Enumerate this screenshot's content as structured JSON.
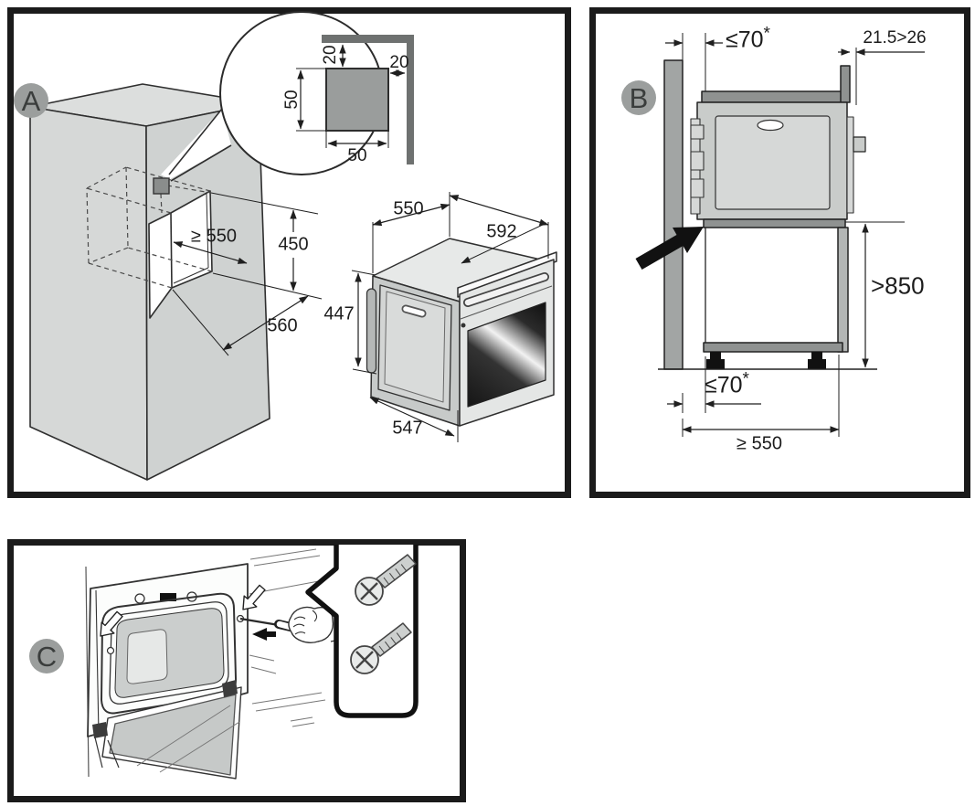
{
  "colors": {
    "panel_border": "#1b1b1b",
    "cabinet_grey": "#d4d6d5",
    "dark_grey": "#8f9291",
    "badge_grey": "#9b9e9d",
    "ink": "#1f1f1f"
  },
  "panels": {
    "a": {
      "label": "A",
      "hole_detail": {
        "offset_top": "20",
        "offset_right": "20",
        "hole_height": "50",
        "hole_width": "50"
      },
      "niche": {
        "depth": "≥ 550",
        "height": "450",
        "width": "560"
      },
      "oven": {
        "top_depth": "550",
        "width": "592",
        "height": "447",
        "bottom_depth": "547"
      }
    },
    "b": {
      "label": "B",
      "dims": {
        "top_clearance": "≤70",
        "top_clearance_star": "*",
        "rear_gap": "21.5>26",
        "worktop_height": ">850",
        "bottom_clearance": "≤70",
        "bottom_clearance_star": "*",
        "cabinet_depth": "≥ 550"
      }
    },
    "c": {
      "label": "C"
    }
  }
}
